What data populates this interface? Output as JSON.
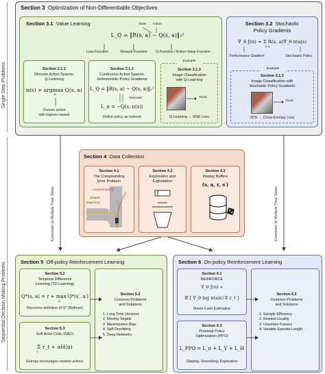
{
  "side": {
    "single_step": "Single Step Problems",
    "sequential": "Sequential Decision Making Problems",
    "extension_left": "Extension to Multiple Time Steps",
    "extension_right": "Extension to Multiple Time Steps"
  },
  "s3": {
    "num": "Section 3",
    "title": "Optimization of Non-Differentiable Objectives",
    "s31": {
      "num": "Section 3.1",
      "title": "Value Learning",
      "eq": "L_Q = ‖R(s, a) − Q(s, a)‖₂²",
      "label_state": "State",
      "label_action": "Action",
      "label_loss": "Loss Function",
      "label_reward": "Reward Function",
      "label_qfunc": "Q-Function / Action-Value Function",
      "s311": {
        "num": "Section 3.1.1",
        "title_a": "Discrete Action Spaces:",
        "title_b": "Q-Learning",
        "eq": "π(s) = argmax Q(s, a)",
        "eq_sub": "a",
        "caption_a": "Choose action",
        "caption_b": "with highest reward"
      },
      "s312": {
        "num": "Section 3.1.2",
        "title_a": "Continuous Action Spaces:",
        "title_b": "Deterministic Policy Gradients",
        "eq1": "L_Q = ‖R(s, a) − Q(s, a)‖₂²",
        "eq2": "L_π = −Q(s, π(s))",
        "alternate": "Alternate",
        "caption": "Define policy as network"
      },
      "s313": {
        "example": "Example",
        "num": "Section 3.1.3",
        "title_a": "Image Classification",
        "title_b": "with Q-Learning",
        "truck": "Truck",
        "caption": "Q-Learning → MSE Loss"
      }
    },
    "s32": {
      "num": "Section 3.2",
      "title_a": "Stochastic",
      "title_b": "Policy Gradients",
      "eq": "∇_θ J(π) = Σ R(s, a)∇_θ π(a|s)",
      "eq_sub": "s,a",
      "label_pg": "Performance Gradient",
      "label_sp": "Stochastic Policy",
      "example": "Example",
      "num_ex": "Section 3.1.3",
      "ex_title_a": "Image Classification with",
      "ex_title_b": "Stochastic Policy Gradients",
      "truck": "Truck",
      "caption": "SPG → Cross-Entropy Loss"
    }
  },
  "s4": {
    "num": "Section 4",
    "title": "Data Collection",
    "s41": {
      "num": "Section 4.1",
      "title_a": "The Compounding",
      "title_b": "Error Problem",
      "learned": "Learned policy",
      "expert_a": "Expert",
      "expert_b": "trajectory"
    },
    "s42": {
      "num": "Section 4.2",
      "title_a": "Exploration and",
      "title_b": "Exploitation"
    },
    "s43": {
      "num": "Section 4.3",
      "title_a": "Replay Buffers",
      "eq": "(s, a, r, s′)"
    }
  },
  "s5": {
    "num": "Section 5",
    "title": "Off-policy Reinforcement Learning",
    "s51": {
      "num": "Section 5.1",
      "title_a": "Temporal Difference",
      "title_b": "Learning (TD Learning)",
      "eq": "Q*(s, a) = r + max Q*(s′, a′)",
      "eq_sub": "a′",
      "caption": "Recursive definition of Q* (Bellman)"
    },
    "s52": {
      "num": "Section 5.2",
      "title_a": "Common Problems",
      "title_b": "and Solutions",
      "items": [
        "1. Long Time Horizons",
        "2. Moving Targets",
        "3. Maximization Bias",
        "4. Self-Overfitting",
        "5. Deep Networks"
      ]
    },
    "s53": {
      "num": "Section 5.3",
      "title": "Soft Actor Critic (SAC)",
      "eq": "Σ r_t + αH(π)",
      "eq_sub": "t",
      "caption": "Entropy encourages random actions"
    }
  },
  "s6": {
    "num": "Section 6",
    "title": "On-policy Reinforcement Learning",
    "s61": {
      "num": "Section 6.1",
      "title": "REINFORCE",
      "eq1": "∇_θ J(π) ∝",
      "eq2": "𝔼 [ ∇_θ log π(a|s) Σ r_t ]",
      "caption": "Monte Carlo Estimation"
    },
    "s62": {
      "num": "Section 6.2",
      "title_a": "Common Problems",
      "title_b": "and Solutions",
      "items": [
        "1. Sample Efficiency",
        "2. Reward Locality",
        "3. Uncertain Futures",
        "4. Variable Episode Length"
      ]
    },
    "s63": {
      "num": "Section 6.3",
      "title_a": "Proximal Policy",
      "title_b": "Optimization (PPO)",
      "eq": "L_PPO = L_π + L_V + L_H",
      "caption": "Clipping, Smoothing, Exploration"
    }
  },
  "colors": {
    "green_fill": "#e6f2d8",
    "green_border": "#6e8f4a",
    "blue_fill": "#e2e8f5",
    "blue_border": "#6477a8",
    "orange_fill": "#f6dccb",
    "orange_border": "#b9795a",
    "outer_fill": "#eeeeee",
    "outer_border": "#555555"
  }
}
